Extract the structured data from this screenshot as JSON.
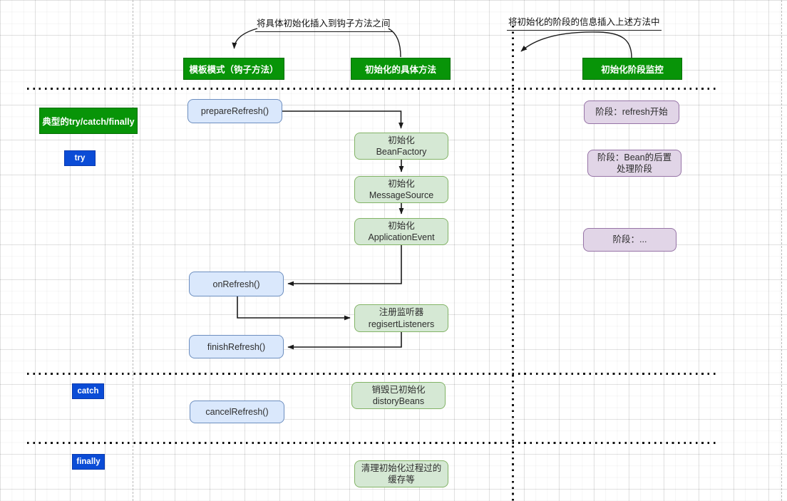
{
  "annotations": {
    "hook_insert": "将具体初始化插入到钩子方法之间",
    "stage_insert": "将初始化的阶段的信息插入上述方法中"
  },
  "headers": {
    "template": "模板模式（钩子方法）",
    "concrete": "初始化的具体方法",
    "monitor": "初始化阶段监控"
  },
  "left_panel": {
    "title": "典型的try/catch/finally",
    "kw_try": "try",
    "kw_catch": "catch",
    "kw_finally": "finally"
  },
  "hooks": {
    "prepare": "prepareRefresh()",
    "on": "onRefresh()",
    "finish": "finishRefresh()",
    "cancel": "cancelRefresh()"
  },
  "concrete_steps": {
    "bean_factory": {
      "line1": "初始化",
      "line2": "BeanFactory"
    },
    "message_source": {
      "line1": "初始化",
      "line2": "MessageSource"
    },
    "application_event": {
      "line1": "初始化",
      "line2": "ApplicationEvent"
    },
    "register_listeners": {
      "line1": "注册监听器",
      "line2": "regisertListeners"
    },
    "destroy_beans": {
      "line1": "销毁已初始化",
      "line2": "distoryBeans"
    },
    "clean_cache": {
      "line1": "清理初始化过程过的",
      "line2": "缓存等"
    }
  },
  "stages": {
    "refresh_start": "阶段：refresh开始",
    "bean_post": {
      "line1": "阶段：Bean的后置",
      "line2": "处理阶段"
    },
    "more": "阶段：..."
  },
  "colors": {
    "header_fill": "#089408",
    "header_border": "#056e05",
    "keyword_fill": "#0b4cd6",
    "keyword_border": "#0939ae",
    "hook_fill": "#dae8fc",
    "hook_border": "#6c8ebf",
    "step_fill": "#d5e8d4",
    "step_border": "#82b366",
    "stage_fill": "#e1d5e7",
    "stage_border": "#9673a6",
    "connector": "#1a1a1a"
  }
}
